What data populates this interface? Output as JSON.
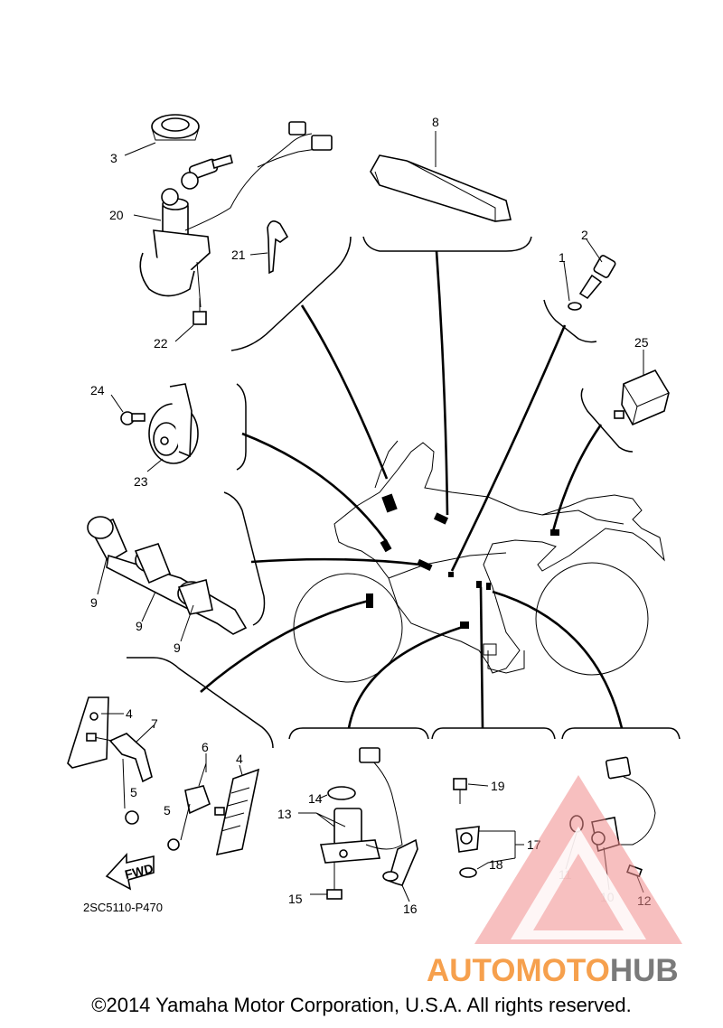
{
  "diagram_code": "2SC5110-P470",
  "copyright": "©2014 Yamaha Motor Corporation, U.S.A. All rights reserved.",
  "fwd_label": "FWD",
  "watermark": {
    "part1": "AUTOMOTO",
    "part2": "HUB",
    "color1": "#f6a04d",
    "color2": "#7a7a7a",
    "logo_color": "#f08a8a"
  },
  "callouts": {
    "c1": "1",
    "c2": "2",
    "c3": "3",
    "c4a": "4",
    "c4b": "4",
    "c5a": "5",
    "c5b": "5",
    "c6": "6",
    "c7": "7",
    "c8": "8",
    "c9a": "9",
    "c9b": "9",
    "c9c": "9",
    "c10": "10",
    "c11": "11",
    "c12": "12",
    "c13": "13",
    "c14": "14",
    "c15": "15",
    "c16": "16",
    "c17": "17",
    "c18": "18",
    "c19": "19",
    "c20": "20",
    "c21": "21",
    "c22": "22",
    "c23": "23",
    "c24": "24",
    "c25": "25"
  }
}
